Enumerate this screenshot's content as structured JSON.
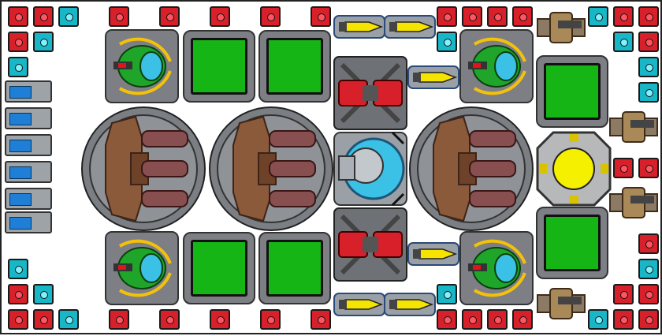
{
  "scene": {
    "title": ""
  },
  "colors": {
    "hull_bg": "#ffffff",
    "armor_red": "#d8202a",
    "armor_cyan": "#18b7c7",
    "panel_green": "#16b516",
    "core_yellow": "#f5ef00",
    "turret_brown": "#8a5a3b"
  },
  "modules": {
    "red_armor_blocks": "red-armor",
    "cyan_armor_blocks": "cyan-armor",
    "green_panels": "green-panel",
    "large_turrets": "triple-barrel-turret",
    "reactor": "core-reactor",
    "shield": "dome-shield",
    "missiles": "missile-pod",
    "engines": "engine-module",
    "thrusters": "blue-thruster",
    "plasma": "plasma-cannon"
  }
}
